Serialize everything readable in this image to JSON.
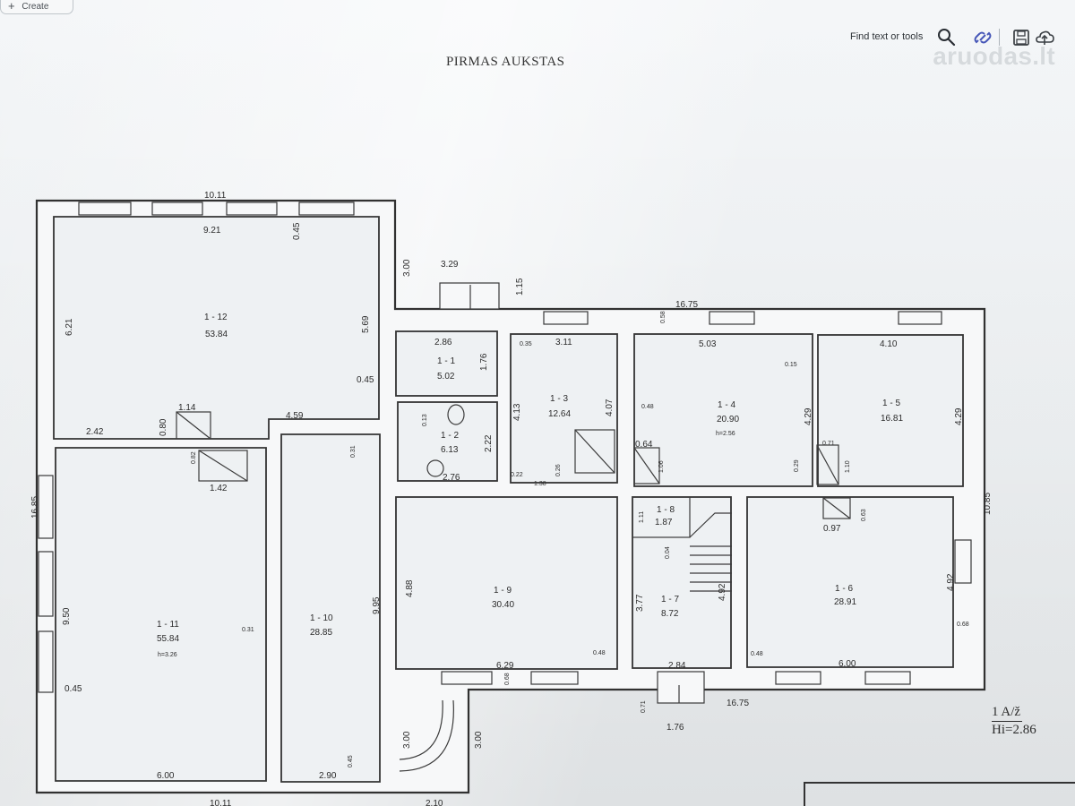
{
  "toolbar": {
    "create_label": "Create",
    "find_label": "Find text or tools",
    "icons": [
      "search-icon",
      "link-icon",
      "save-icon",
      "cloud-upload-icon"
    ]
  },
  "watermark": "aruodas.lt",
  "plan": {
    "title": "PIRMAS AUKSTAS",
    "stamp_line1": "1 A/ž",
    "stamp_line2": "Hi=2.86",
    "rooms": [
      {
        "id": "1 - 12",
        "area": "53.84",
        "height": ""
      },
      {
        "id": "1 - 1",
        "area": "5.02",
        "height": ""
      },
      {
        "id": "1 - 2",
        "area": "6.13",
        "height": ""
      },
      {
        "id": "1 - 3",
        "area": "12.64",
        "height": ""
      },
      {
        "id": "1 - 4",
        "area": "20.90",
        "height": "h=2.56"
      },
      {
        "id": "1 - 5",
        "area": "16.81",
        "height": ""
      },
      {
        "id": "1 - 11",
        "area": "55.84",
        "height": "h=3.26"
      },
      {
        "id": "1 - 10",
        "area": "28.85",
        "height": ""
      },
      {
        "id": "1 - 9",
        "area": "30.40",
        "height": ""
      },
      {
        "id": "1 - 8",
        "area": "1.87",
        "height": ""
      },
      {
        "id": "1 - 7",
        "area": "8.72",
        "height": ""
      },
      {
        "id": "1 - 6",
        "area": "28.91",
        "height": ""
      }
    ],
    "dimensions": [
      "10.11",
      "9.21",
      "0.45",
      "6.21",
      "5.69",
      "2.42",
      "1.14",
      "0.80",
      "4.59",
      "0.45",
      "3.00",
      "3.29",
      "1.15",
      "16.75",
      "0.58",
      "2.86",
      "1.76",
      "0.35",
      "3.11",
      "4.13",
      "4.07",
      "5.03",
      "0.15",
      "4.10",
      "4.29",
      "4.29",
      "0.13",
      "2.22",
      "0.31",
      "0.82",
      "1.42",
      "0.48",
      "0.64",
      "1.06",
      "0.29",
      "0.71",
      "1.10",
      "16.85",
      "10.85",
      "2.76",
      "0.22",
      "0.26",
      "1.38",
      "1.11",
      "0.63",
      "0.97",
      "0.04",
      "4.92",
      "4.92",
      "9.50",
      "0.31",
      "9.95",
      "4.88",
      "3.77",
      "0.48",
      "0.68",
      "0.45",
      "6.29",
      "0.68",
      "2.84",
      "0.48",
      "6.00",
      "0.71",
      "1.76",
      "16.75",
      "3.00",
      "3.00",
      "6.00",
      "2.90",
      "0.45",
      "10.11",
      "2.10"
    ]
  }
}
